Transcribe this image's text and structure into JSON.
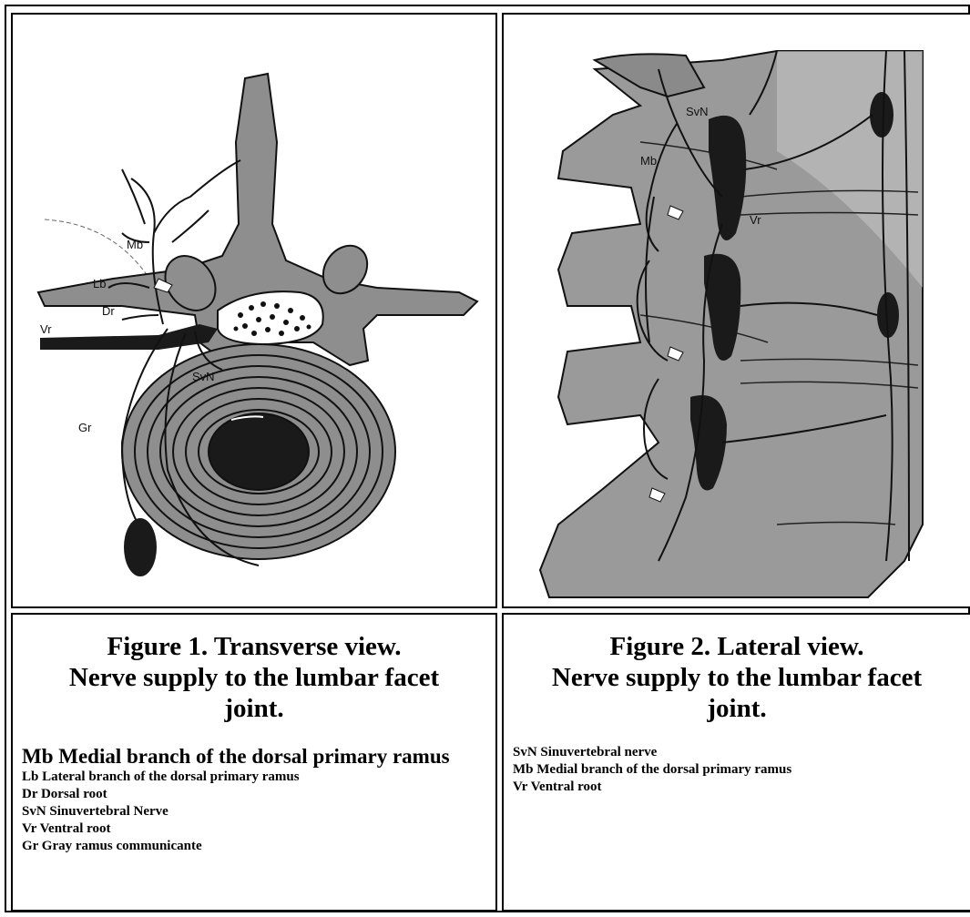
{
  "figure1": {
    "labels": {
      "mb": "Mb",
      "lb": "Lb",
      "dr": "Dr",
      "vr": "Vr",
      "svn": "SvN",
      "gr": "Gr"
    },
    "caption_line1": "Figure 1. Transverse view.",
    "caption_line2": "Nerve supply to the lumbar facet",
    "caption_line3": "joint.",
    "legend": [
      "Mb Medial branch of the dorsal primary ramus",
      "Lb Lateral branch of the dorsal primary ramus",
      "Dr Dorsal root",
      "SvN Sinuvertebral Nerve",
      "Vr Ventral root",
      "Gr Gray ramus communicante"
    ]
  },
  "figure2": {
    "labels": {
      "svn": "SvN",
      "mb": "Mb",
      "vr": "Vr"
    },
    "caption_line1": "Figure 2. Lateral view.",
    "caption_line2": "Nerve supply to the lumbar facet",
    "caption_line3": "joint.",
    "legend": [
      "SvN Sinuvertebral nerve",
      "Mb Medial branch of the dorsal primary ramus",
      "Vr Ventral root"
    ]
  },
  "colors": {
    "bone": "#8e8e8e",
    "ink": "#111111",
    "dark": "#1a1a1a"
  }
}
